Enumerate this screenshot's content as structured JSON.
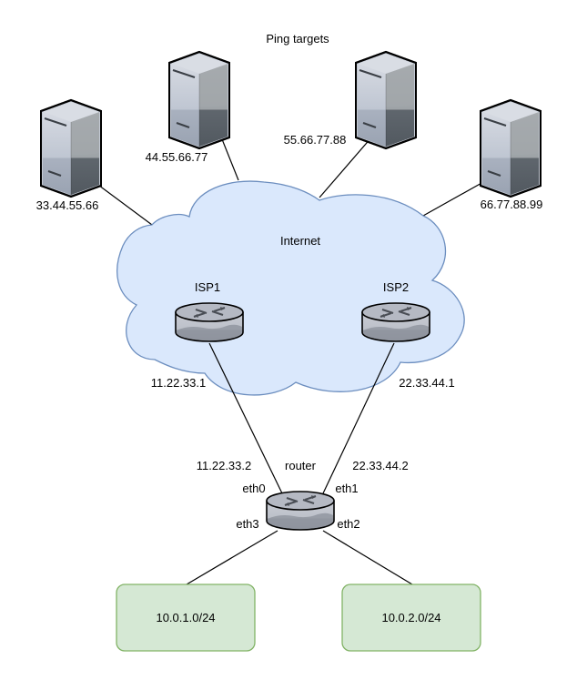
{
  "diagram": {
    "title": "Ping targets",
    "cloud": {
      "label": "Internet",
      "fill": "#dae8fc",
      "stroke": "#6c8ebf"
    },
    "ping_targets": [
      {
        "ip": "33.44.55.66"
      },
      {
        "ip": "44.55.66.77"
      },
      {
        "ip": "55.66.77.88"
      },
      {
        "ip": "66.77.88.99"
      }
    ],
    "isps": [
      {
        "name": "ISP1",
        "ip": "11.22.33.1"
      },
      {
        "name": "ISP2",
        "ip": "22.33.44.1"
      }
    ],
    "router": {
      "name": "router",
      "eth0": "eth0",
      "eth1": "eth1",
      "eth2": "eth2",
      "eth3": "eth3",
      "eth0_ip": "11.22.33.2",
      "eth1_ip": "22.33.44.2"
    },
    "subnets": [
      {
        "label": "10.0.1.0/24"
      },
      {
        "label": "10.0.2.0/24"
      }
    ],
    "subnet_colors": {
      "fill": "#d5e8d4",
      "stroke": "#82b366"
    }
  }
}
